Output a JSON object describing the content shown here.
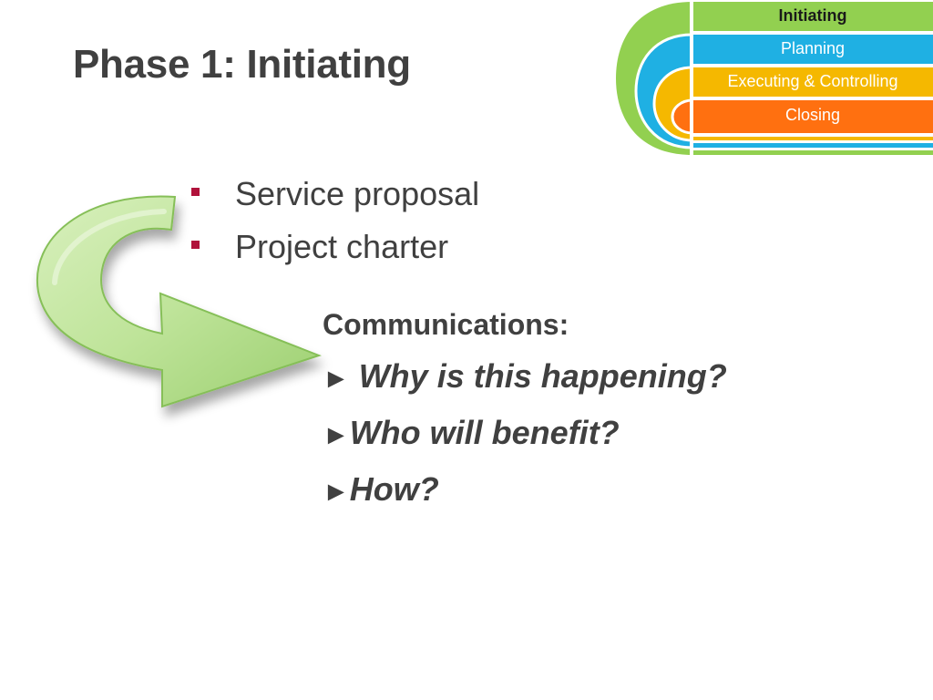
{
  "slide": {
    "title": "Phase 1: Initiating"
  },
  "phases": [
    {
      "label": "Initiating",
      "color": "#92d050"
    },
    {
      "label": "Planning",
      "color": "#1fb0e3"
    },
    {
      "label": "Executing & Controlling",
      "color": "#f5b800"
    },
    {
      "label": "Closing",
      "color": "#ff7010"
    }
  ],
  "bullets": [
    {
      "text": "Service proposal"
    },
    {
      "text": "Project charter"
    }
  ],
  "communications": {
    "heading": "Communications:",
    "questions": [
      {
        "marker": "►",
        "text": " Why is this happening?"
      },
      {
        "marker": "►",
        "text": "Who will benefit?"
      },
      {
        "marker": "►",
        "text": "How?"
      }
    ]
  },
  "colors": {
    "bullet_accent": "#b0123b",
    "text": "#404040",
    "arrow_fill": "#bfe49a"
  },
  "icons": {
    "cycle_arrow": "curved-return-arrow-icon"
  }
}
